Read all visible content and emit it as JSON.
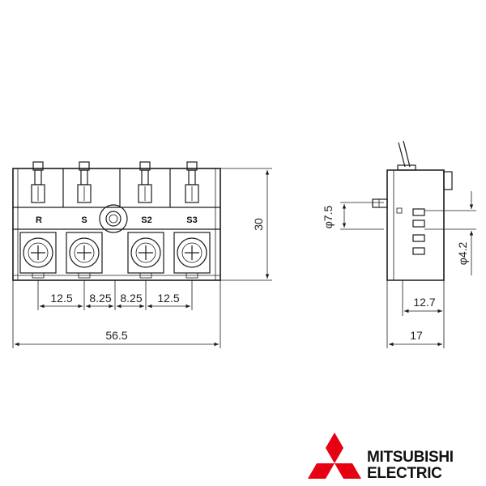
{
  "front_view": {
    "terminal_labels": [
      "R",
      "S",
      "S2",
      "S3"
    ],
    "dim_pitch": [
      "12.5",
      "8.25",
      "8.25",
      "12.5"
    ],
    "dim_width": "56.5",
    "dim_height": "30"
  },
  "side_view": {
    "dim_phi_large": "φ7.5",
    "dim_phi_small": "φ4.2",
    "dim_depth_inner": "12.7",
    "dim_depth": "17"
  },
  "logo": {
    "brand_line1": "MITSUBISHI",
    "brand_line2": "ELECTRIC",
    "color": "#e60012"
  }
}
